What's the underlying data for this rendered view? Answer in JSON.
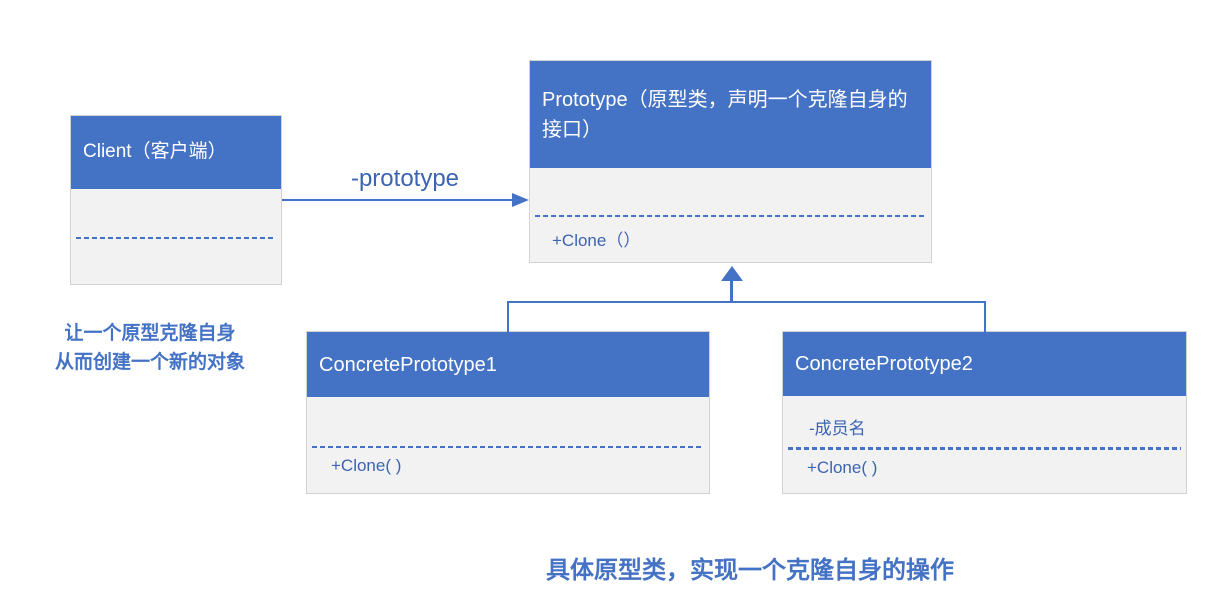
{
  "diagram": {
    "client": {
      "title": "Client（客户端）"
    },
    "prototype": {
      "title": "Prototype（原型类，声明一个克隆自身的接口）",
      "method": "+Clone（）"
    },
    "concrete1": {
      "title": "ConcretePrototype1",
      "method": "+Clone( )"
    },
    "concrete2": {
      "title": "ConcretePrototype2",
      "attribute": "-成员名",
      "method": "+Clone( )"
    },
    "association_label": "-prototype",
    "note_left": {
      "line1": "让一个原型克隆自身",
      "line2": "从而创建一个新的对象"
    },
    "caption_bottom": "具体原型类，实现一个克隆自身的操作"
  },
  "colors": {
    "header_blue": "#4472C4",
    "body_gray": "#F2F2F2",
    "border_gray": "#D2D2D2",
    "line_blue": "#4472C4",
    "text_blue": "#3C64B1",
    "header_text": "#FFFFFF"
  }
}
